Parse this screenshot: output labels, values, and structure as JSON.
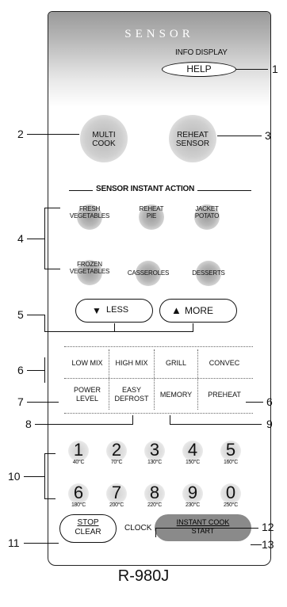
{
  "panel": {
    "brand": "SENSOR",
    "info_display": "INFO DISPLAY",
    "help": "HELP",
    "multi_cook": [
      "MULTI",
      "COOK"
    ],
    "reheat_sensor": [
      "REHEAT",
      "SENSOR"
    ],
    "sensor_instant_action": "SENSOR INSTANT ACTION",
    "instant_items": [
      [
        "FRESH",
        "VEGETABLES"
      ],
      [
        "REHEAT",
        "PIE"
      ],
      [
        "JACKET",
        "POTATO"
      ],
      [
        "FROZEN",
        "VEGETABLES"
      ],
      [
        "CASSEROLES"
      ],
      [
        "DESSERTS"
      ]
    ],
    "less": "LESS",
    "more": "MORE",
    "row1": [
      "LOW MIX",
      "HIGH MIX",
      "GRILL",
      "CONVEC"
    ],
    "power_level": [
      "POWER",
      "LEVEL"
    ],
    "easy_defrost": [
      "EASY",
      "DEFROST"
    ],
    "memory": "MEMORY",
    "preheat": "PREHEAT",
    "numbers": [
      {
        "n": "1",
        "t": "40°C"
      },
      {
        "n": "2",
        "t": "70°C"
      },
      {
        "n": "3",
        "t": "130°C"
      },
      {
        "n": "4",
        "t": "150°C"
      },
      {
        "n": "5",
        "t": "160°C"
      },
      {
        "n": "6",
        "t": "180°C"
      },
      {
        "n": "7",
        "t": "200°C"
      },
      {
        "n": "8",
        "t": "220°C"
      },
      {
        "n": "9",
        "t": "230°C"
      },
      {
        "n": "0",
        "t": "250°C"
      }
    ],
    "stop": "STOP",
    "clear": "CLEAR",
    "clock": "CLOCK",
    "instant_cook": "INSTANT COOK",
    "start": "START"
  },
  "model": "R-980J",
  "callouts": [
    "1",
    "2",
    "3",
    "4",
    "5",
    "6",
    "6",
    "7",
    "8",
    "9",
    "10",
    "11",
    "12",
    "13"
  ]
}
